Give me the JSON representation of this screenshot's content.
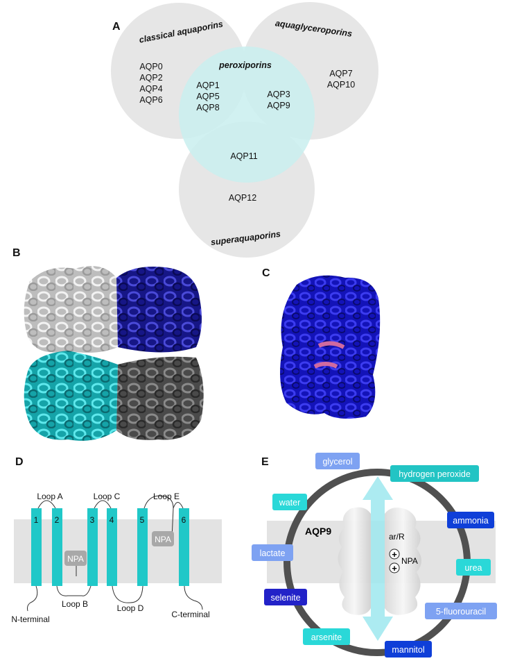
{
  "panels": {
    "a": "A",
    "b": "B",
    "c": "C",
    "d": "D",
    "e": "E"
  },
  "venn": {
    "classical": {
      "label": "classical aquaporins",
      "items": [
        "AQP0",
        "AQP2",
        "AQP4",
        "AQP6"
      ]
    },
    "aquaglyceroporins": {
      "label": "aquaglyceroporins",
      "items": [
        "AQP7",
        "AQP10"
      ]
    },
    "peroxiporins": {
      "label": "peroxiporins"
    },
    "superaquaporins": {
      "label": "superaquaporins",
      "items": [
        "AQP12"
      ]
    },
    "overlap_classical_peroxi": [
      "AQP1",
      "AQP5",
      "AQP8"
    ],
    "overlap_glycero_peroxi": [
      "AQP3",
      "AQP9"
    ],
    "overlap_super_peroxi": [
      "AQP11"
    ],
    "colors": {
      "circle": "#e6e6e6",
      "peroxiporins": "#c9eeee"
    }
  },
  "structures": {
    "tetramer_colors": [
      "#c8c8c8",
      "#1f1faf",
      "#1fc3c8",
      "#555555"
    ],
    "monomer_color": "#1515c8",
    "monomer_highlight": "#d06aa0"
  },
  "topology": {
    "segments": [
      "1",
      "2",
      "3",
      "4",
      "5",
      "6"
    ],
    "loops": [
      "Loop A",
      "Loop B",
      "Loop C",
      "Loop D",
      "Loop E"
    ],
    "npa": "NPA",
    "n_terminal": "N-terminal",
    "c_terminal": "C-terminal",
    "colors": {
      "helix": "#20c8c8",
      "membrane": "#e3e3e3",
      "npa": "#a8a8a8"
    }
  },
  "aqp9": {
    "title": "AQP9",
    "ar_r": "ar/R",
    "npa": "NPA",
    "substrates": [
      {
        "label": "glycerol",
        "color": "#7ea2f2"
      },
      {
        "label": "hydrogen peroxide",
        "color": "#22c4c4"
      },
      {
        "label": "water",
        "color": "#2ad8d8"
      },
      {
        "label": "ammonia",
        "color": "#0f3fd8"
      },
      {
        "label": "lactate",
        "color": "#7ea2f2"
      },
      {
        "label": "urea",
        "color": "#2ad8d8"
      },
      {
        "label": "selenite",
        "color": "#2222c8"
      },
      {
        "label": "5-fluorouracil",
        "color": "#7ea2f2"
      },
      {
        "label": "arsenite",
        "color": "#2ad8d8"
      },
      {
        "label": "mannitol",
        "color": "#0f3fd8"
      }
    ],
    "colors": {
      "ring": "#505050",
      "channel": "#ffffff",
      "arrow": "#9ee8ee"
    }
  }
}
